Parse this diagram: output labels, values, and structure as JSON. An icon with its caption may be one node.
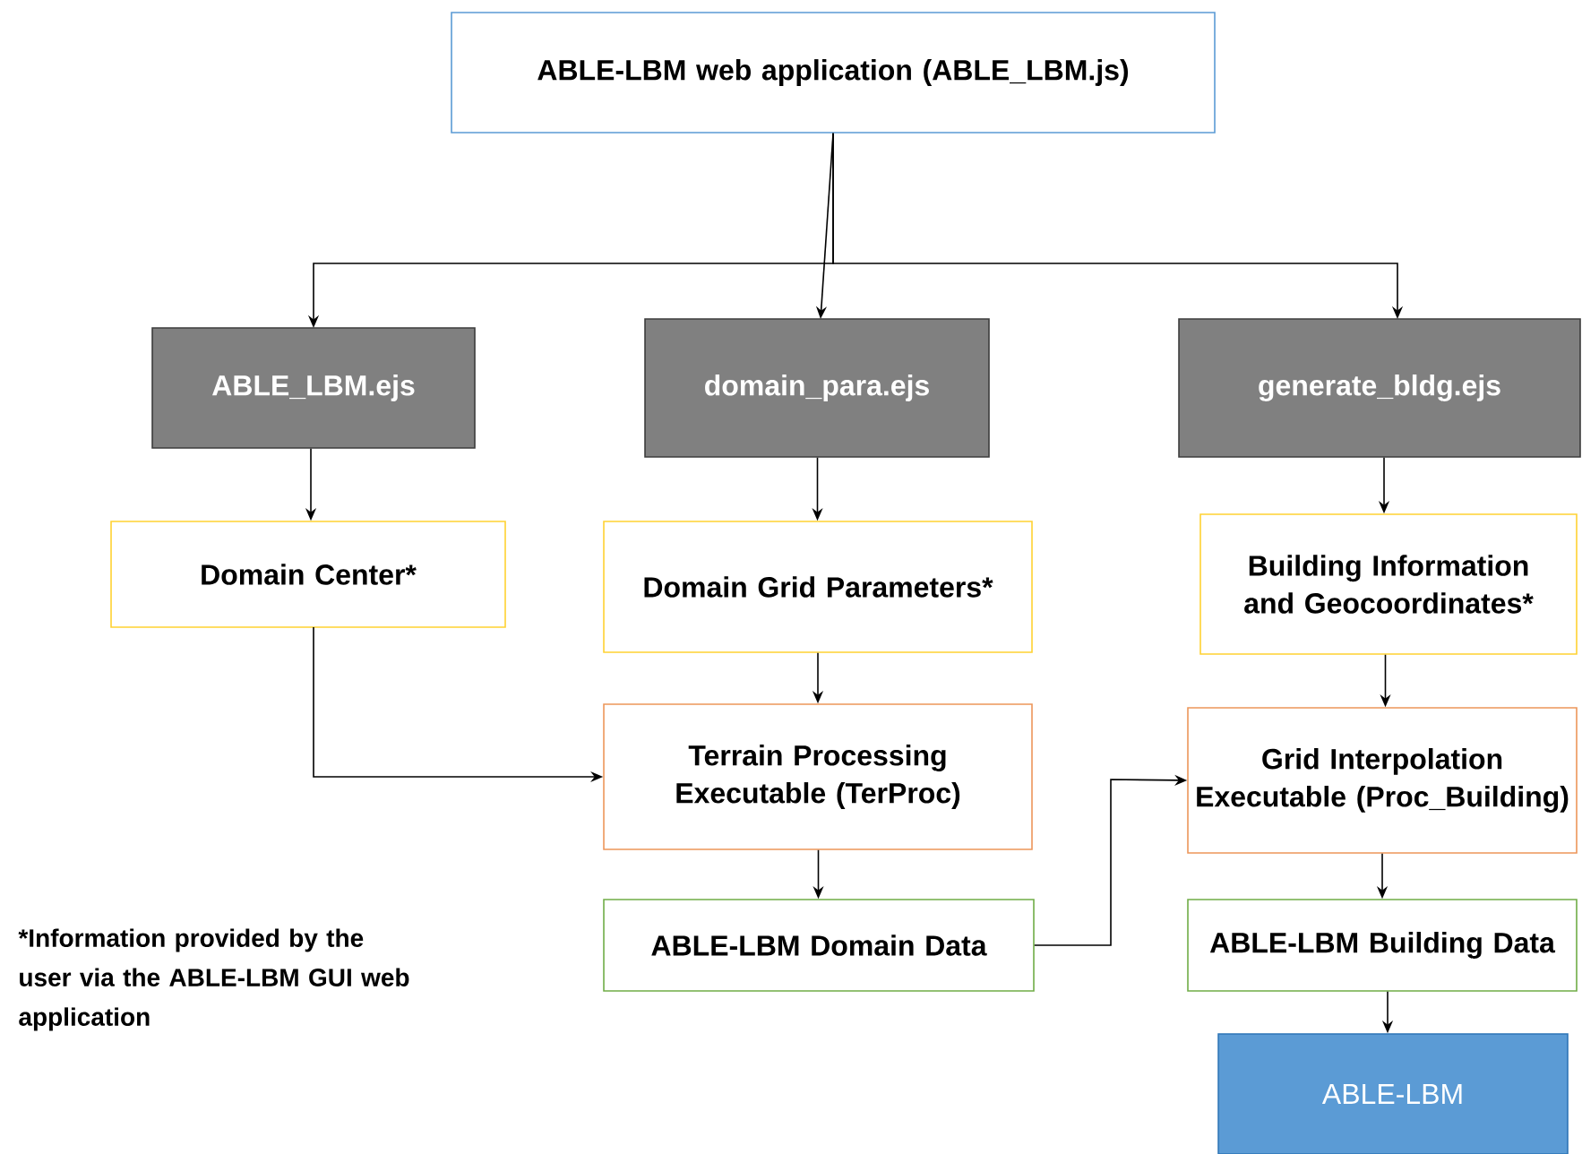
{
  "diagram": {
    "nodes": [
      {
        "text": [
          "ABLE-LBM web application (ABLE_LBM.js)"
        ]
      },
      {
        "text": [
          "ABLE_LBM.ejs"
        ]
      },
      {
        "text": [
          "domain_para.ejs"
        ]
      },
      {
        "text": [
          "generate_bldg.ejs"
        ]
      },
      {
        "text": [
          "Domain Center*"
        ]
      },
      {
        "text": [
          "Domain Grid Parameters*"
        ]
      },
      {
        "text": [
          "Building Information and Geocoordinates*"
        ]
      },
      {
        "text": [
          "Terrain Processing Executable (TerProc)"
        ]
      },
      {
        "text": [
          "Grid Interpolation Executable (Proc_Building)"
        ]
      },
      {
        "text": [
          "ABLE-LBM Domain Data"
        ]
      },
      {
        "text": [
          "ABLE-LBM Building Data"
        ]
      },
      {
        "text": [
          "ABLE-LBM"
        ]
      }
    ],
    "edges": [
      {
        "from": 0,
        "to": 1,
        "arrow": "to"
      },
      {
        "from": 0,
        "to": 2,
        "arrow": "to"
      },
      {
        "from": 0,
        "to": 3,
        "arrow": "to"
      },
      {
        "from": 1,
        "to": 4,
        "arrow": "to"
      },
      {
        "from": 2,
        "to": 5,
        "arrow": "to"
      },
      {
        "from": 3,
        "to": 6,
        "arrow": "to"
      },
      {
        "from": 4,
        "to": 7,
        "arrow": "to"
      },
      {
        "from": 5,
        "to": 7,
        "arrow": "to"
      },
      {
        "from": 6,
        "to": 8,
        "arrow": "to"
      },
      {
        "from": 7,
        "to": 9,
        "arrow": "to"
      },
      {
        "from": 9,
        "to": 8,
        "arrow": "to"
      },
      {
        "from": 8,
        "to": 10,
        "arrow": "to"
      },
      {
        "from": 10,
        "to": 11,
        "arrow": "to"
      }
    ],
    "labels": [
      "*Information provided by the user via the ABLE-LBM GUI web application"
    ]
  }
}
